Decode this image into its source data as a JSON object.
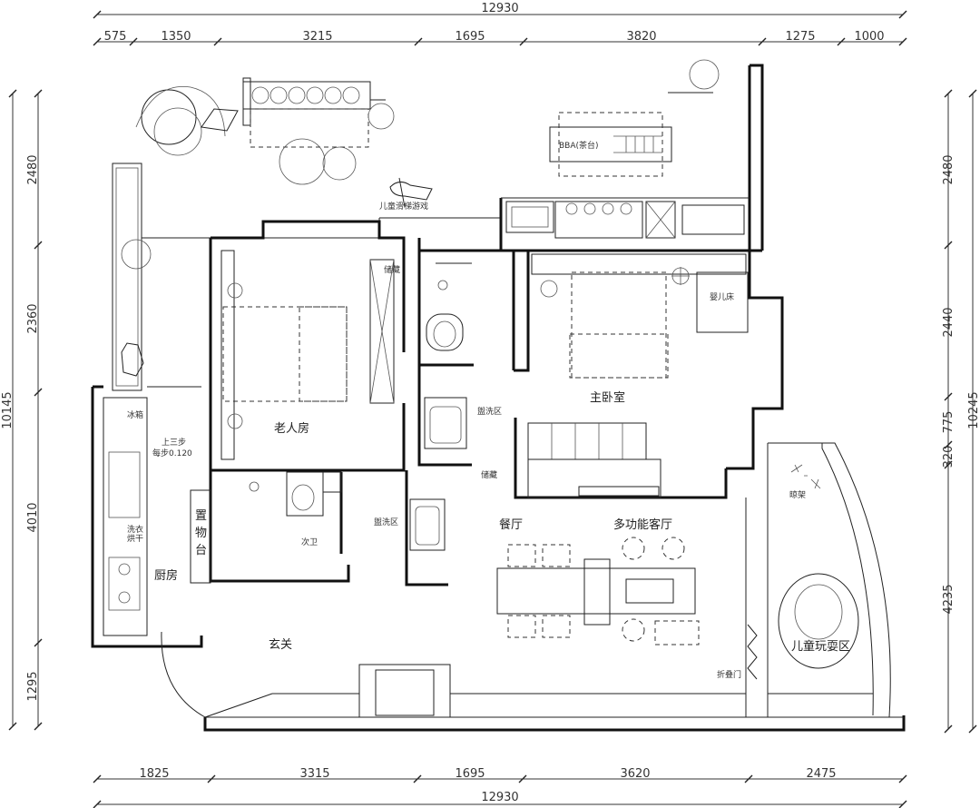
{
  "dimensions": {
    "top_total": "12930",
    "top_segments": [
      "575",
      "1350",
      "3215",
      "1695",
      "3820",
      "1275",
      "1000"
    ],
    "bottom_total": "12930",
    "bottom_segments": [
      "1825",
      "3315",
      "1695",
      "3620",
      "2475"
    ],
    "left_total": "10145",
    "left_segments": [
      "2480",
      "2360",
      "4010",
      "1295"
    ],
    "right_total": "10245",
    "right_segments": [
      "2480",
      "2440",
      "775",
      "320",
      "4235"
    ]
  },
  "rooms": {
    "tea_table": "BBA(茶台)",
    "kids_slide": "儿童滑梯游戏",
    "storage": "储藏",
    "crib": "婴儿床",
    "master_bedroom": "主卧室",
    "elder_room": "老人房",
    "step_note_1": "上三步",
    "step_note_2": "每步0.120",
    "fridge": "冰箱",
    "washing_line_1": "洗衣",
    "washing_line_2": "烘干",
    "washroom_1": "盥洗区",
    "washroom_2": "盥洗区",
    "cabinet": "储藏",
    "shelf_char_1": "置",
    "shelf_char_2": "物",
    "shelf_char_3": "台",
    "second_bath": "次卫",
    "dining": "餐厅",
    "living": "多功能客厅",
    "kitchen": "厨房",
    "entrance": "玄关",
    "folding_door": "折叠门",
    "kids_play": "儿童玩耍区",
    "drying_rack": "晾架"
  }
}
